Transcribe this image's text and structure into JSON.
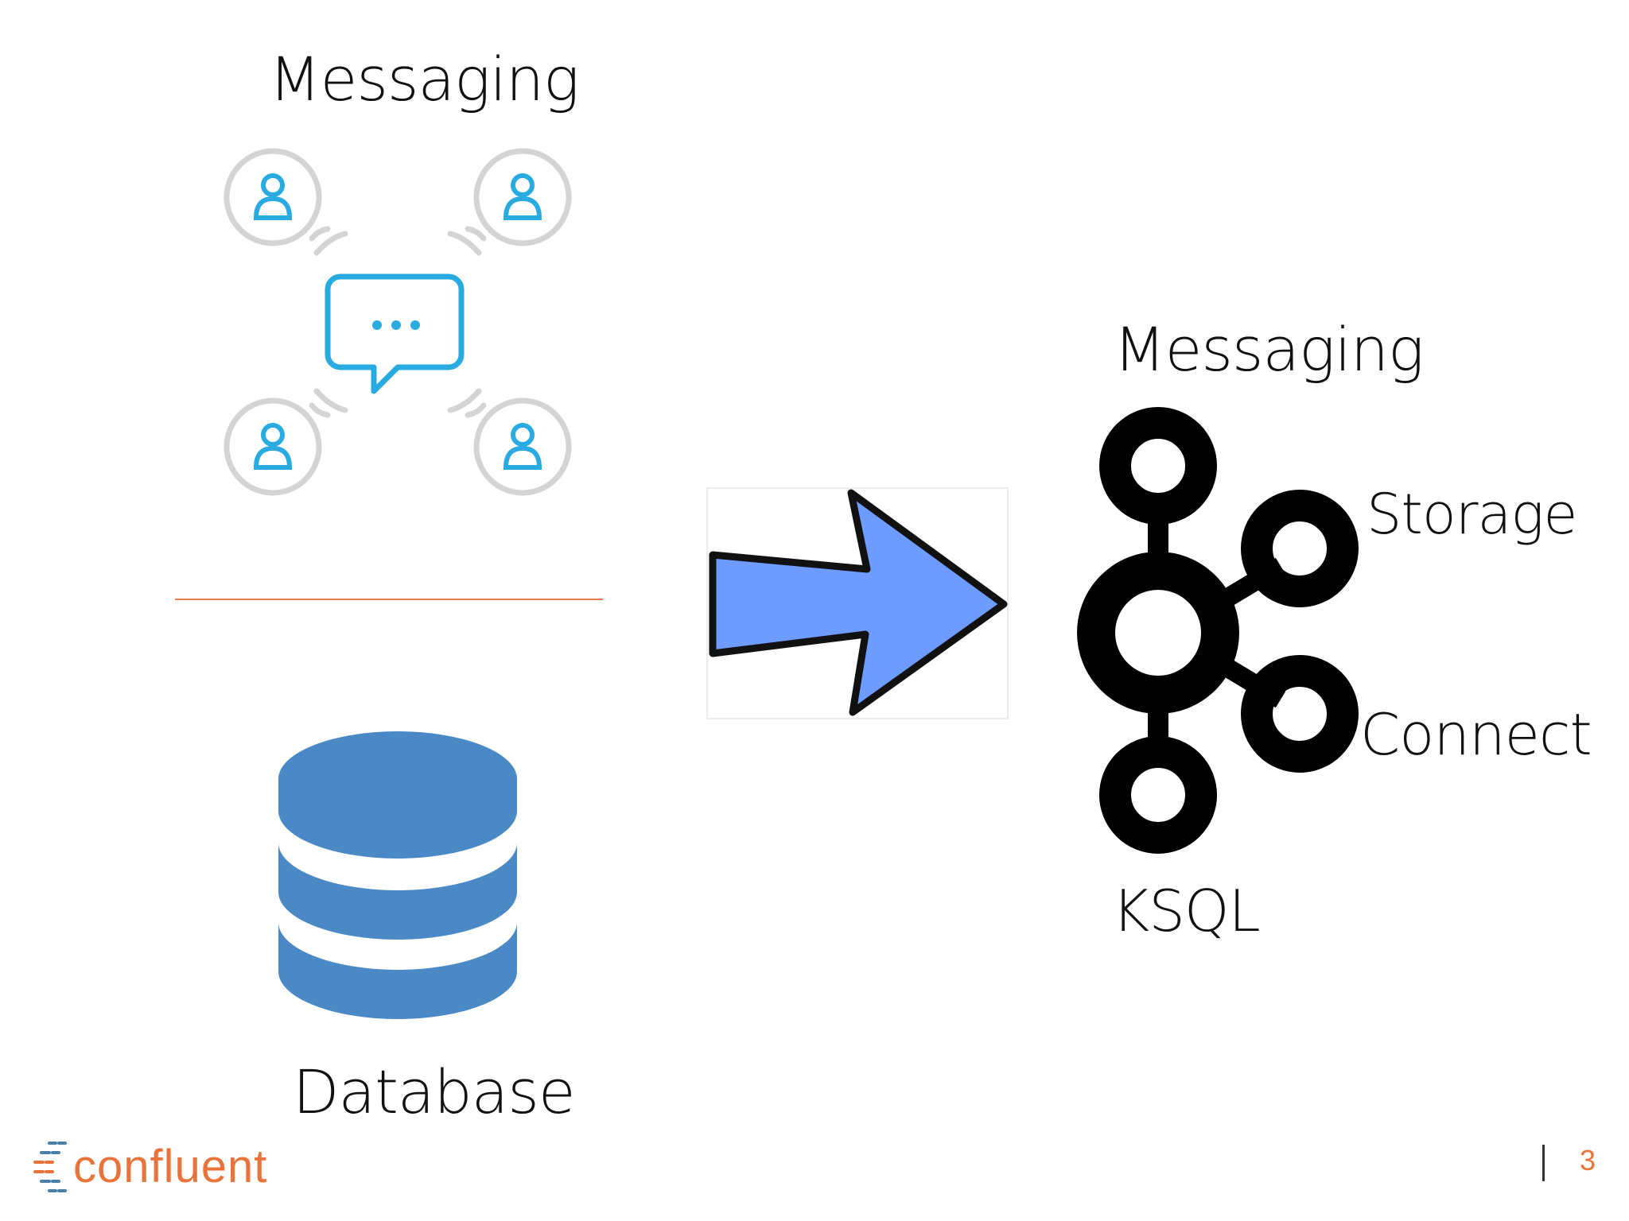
{
  "slide": {
    "messaging_left_label": "Messaging",
    "database_label": "Database",
    "messaging_right_label": "Messaging",
    "storage_label": "Storage",
    "connect_label": "Connect",
    "ksql_label": "KSQL",
    "logo_text": "confluent",
    "page_number": "3"
  },
  "icons": {
    "messaging": "messaging-network-icon",
    "database": "database-icon",
    "arrow": "right-arrow-icon",
    "kafka": "kafka-logo-icon",
    "brand": "confluent-logo-icon"
  },
  "colors": {
    "person_icon": "#29ABE2",
    "ring": "#D0D0D0",
    "database": "#4A89C5",
    "arrow_fill": "#6E9BFF",
    "divider": "#E87C4C",
    "brand_orange": "#E8743B",
    "brand_blue": "#4A7FA6",
    "page_number": "#E8743B"
  }
}
